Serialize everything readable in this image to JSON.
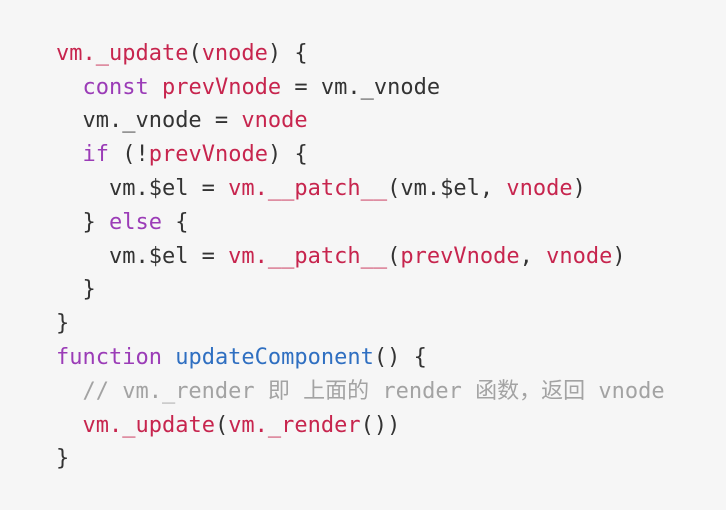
{
  "code": {
    "colors": {
      "background": "#f6f6f6",
      "plain": "#333333",
      "red": "#c7254e",
      "purple": "#9b3cb7",
      "blue": "#2f6fc1",
      "comment": "#a3a3a3"
    },
    "lines": [
      [
        {
          "t": "vm._update",
          "c": "red"
        },
        {
          "t": "(",
          "c": "plain"
        },
        {
          "t": "vnode",
          "c": "red"
        },
        {
          "t": ") {",
          "c": "plain"
        }
      ],
      [
        {
          "t": "  ",
          "c": "plain"
        },
        {
          "t": "const",
          "c": "purple"
        },
        {
          "t": " ",
          "c": "plain"
        },
        {
          "t": "prevVnode",
          "c": "red"
        },
        {
          "t": " = vm._vnode",
          "c": "plain"
        }
      ],
      [
        {
          "t": "  vm._vnode = ",
          "c": "plain"
        },
        {
          "t": "vnode",
          "c": "red"
        }
      ],
      [
        {
          "t": "  ",
          "c": "plain"
        },
        {
          "t": "if",
          "c": "purple"
        },
        {
          "t": " (!",
          "c": "plain"
        },
        {
          "t": "prevVnode",
          "c": "red"
        },
        {
          "t": ") {",
          "c": "plain"
        }
      ],
      [
        {
          "t": "    vm.$el = ",
          "c": "plain"
        },
        {
          "t": "vm.__patch__",
          "c": "red"
        },
        {
          "t": "(vm.$el, ",
          "c": "plain"
        },
        {
          "t": "vnode",
          "c": "red"
        },
        {
          "t": ")",
          "c": "plain"
        }
      ],
      [
        {
          "t": "  } ",
          "c": "plain"
        },
        {
          "t": "else",
          "c": "purple"
        },
        {
          "t": " {",
          "c": "plain"
        }
      ],
      [
        {
          "t": "    vm.$el = ",
          "c": "plain"
        },
        {
          "t": "vm.__patch__",
          "c": "red"
        },
        {
          "t": "(",
          "c": "plain"
        },
        {
          "t": "prevVnode",
          "c": "red"
        },
        {
          "t": ", ",
          "c": "plain"
        },
        {
          "t": "vnode",
          "c": "red"
        },
        {
          "t": ")",
          "c": "plain"
        }
      ],
      [
        {
          "t": "  }",
          "c": "plain"
        }
      ],
      [
        {
          "t": "}",
          "c": "plain"
        }
      ],
      [
        {
          "t": "function",
          "c": "purple"
        },
        {
          "t": " ",
          "c": "plain"
        },
        {
          "t": "updateComponent",
          "c": "blue"
        },
        {
          "t": "() {",
          "c": "plain"
        }
      ],
      [
        {
          "t": "  // vm._render 即 上面的 render 函数，返回 vnode",
          "c": "comment"
        }
      ],
      [
        {
          "t": "  ",
          "c": "plain"
        },
        {
          "t": "vm._update",
          "c": "red"
        },
        {
          "t": "(",
          "c": "plain"
        },
        {
          "t": "vm._render",
          "c": "red"
        },
        {
          "t": "())",
          "c": "plain"
        }
      ],
      [
        {
          "t": "}",
          "c": "plain"
        }
      ]
    ]
  }
}
